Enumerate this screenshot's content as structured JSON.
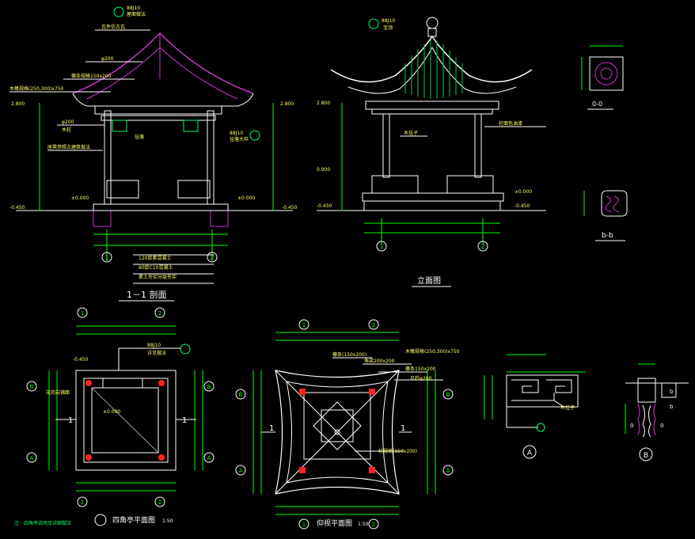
{
  "colors": {
    "background": "#000000",
    "line": "#ffffff",
    "dimension": "#00ff00",
    "roof": "#cc33cc",
    "accent": "#ff3333",
    "text_yellow": "#ffff66",
    "text_green": "#00ff66"
  },
  "titles": {
    "section_1_1": "1－1 剖面",
    "elevation": "立面图",
    "plan_floor": "四角亭平面图",
    "plan_floor_scale": "1:50",
    "plan_roof": "仰视平面图",
    "plan_roof_scale": "1:50",
    "detail_0_0": "0-0",
    "detail_b_b": "b-b",
    "detail_A": "A",
    "detail_B": "B"
  },
  "section_labels": {
    "ref_top": "88J10",
    "ref_top_sub": "屋面做法",
    "ridge": "瓦件仿古瓦",
    "beam_1": "φ200",
    "beam_2": "檩条规格150x200",
    "rafter": "木椽规格(250,300)x750",
    "column": "φ200",
    "column_sub": "木柱",
    "seat": "座凳参照古建筑做法",
    "ref_right": "88J10",
    "ref_right_sub": "挂落大样",
    "hang": "挂落",
    "level_top_left": "2.800",
    "level_top_right": "2.800",
    "level_mid": "±0.000",
    "level_right": "±0.000",
    "level_low_left": "-0.450",
    "level_low_right": "-0.450",
    "layer_1": "120厚素混凝土",
    "layer_2": "60厚C10混凝土",
    "layer_3": "素土夯实分层夯实",
    "axis_1": "1",
    "axis_2": "2"
  },
  "elevation_labels": {
    "ref": "88J10",
    "ref_sub": "宝顶",
    "level_top": "2.800",
    "level_mid": "0.900",
    "level_zero": "±0.000",
    "level_low": "-0.450",
    "paint": "柱面色油漆",
    "wood": "木挂子",
    "axis_1": "1",
    "axis_2": "2"
  },
  "plan_labels": {
    "axis_A": "A",
    "axis_B": "B",
    "axis_1": "1",
    "axis_2": "2",
    "section_mark": "1",
    "ref": "88J10",
    "ref_sub": "详见做法",
    "level": "±0.000",
    "floor": "花岗岩铺面",
    "level_top": "-0.450"
  },
  "roof_plan_labels": {
    "beam": "檩条(150x200)",
    "rafter_1": "木椽规格(250,300)x750",
    "rafter_2": "角梁200x200",
    "column": "檩条150x200",
    "post": "瓜柱φ200",
    "tie": "枋规格(150x200)",
    "axis_A": "A",
    "axis_B": "B",
    "axis_1": "1",
    "axis_2": "2",
    "section_mark": "1"
  },
  "detail_labels": {
    "wood_hang": "木挂子",
    "b_mark": "b",
    "zero_mark": "0"
  },
  "note": "注：四角亭说明见详细做法"
}
